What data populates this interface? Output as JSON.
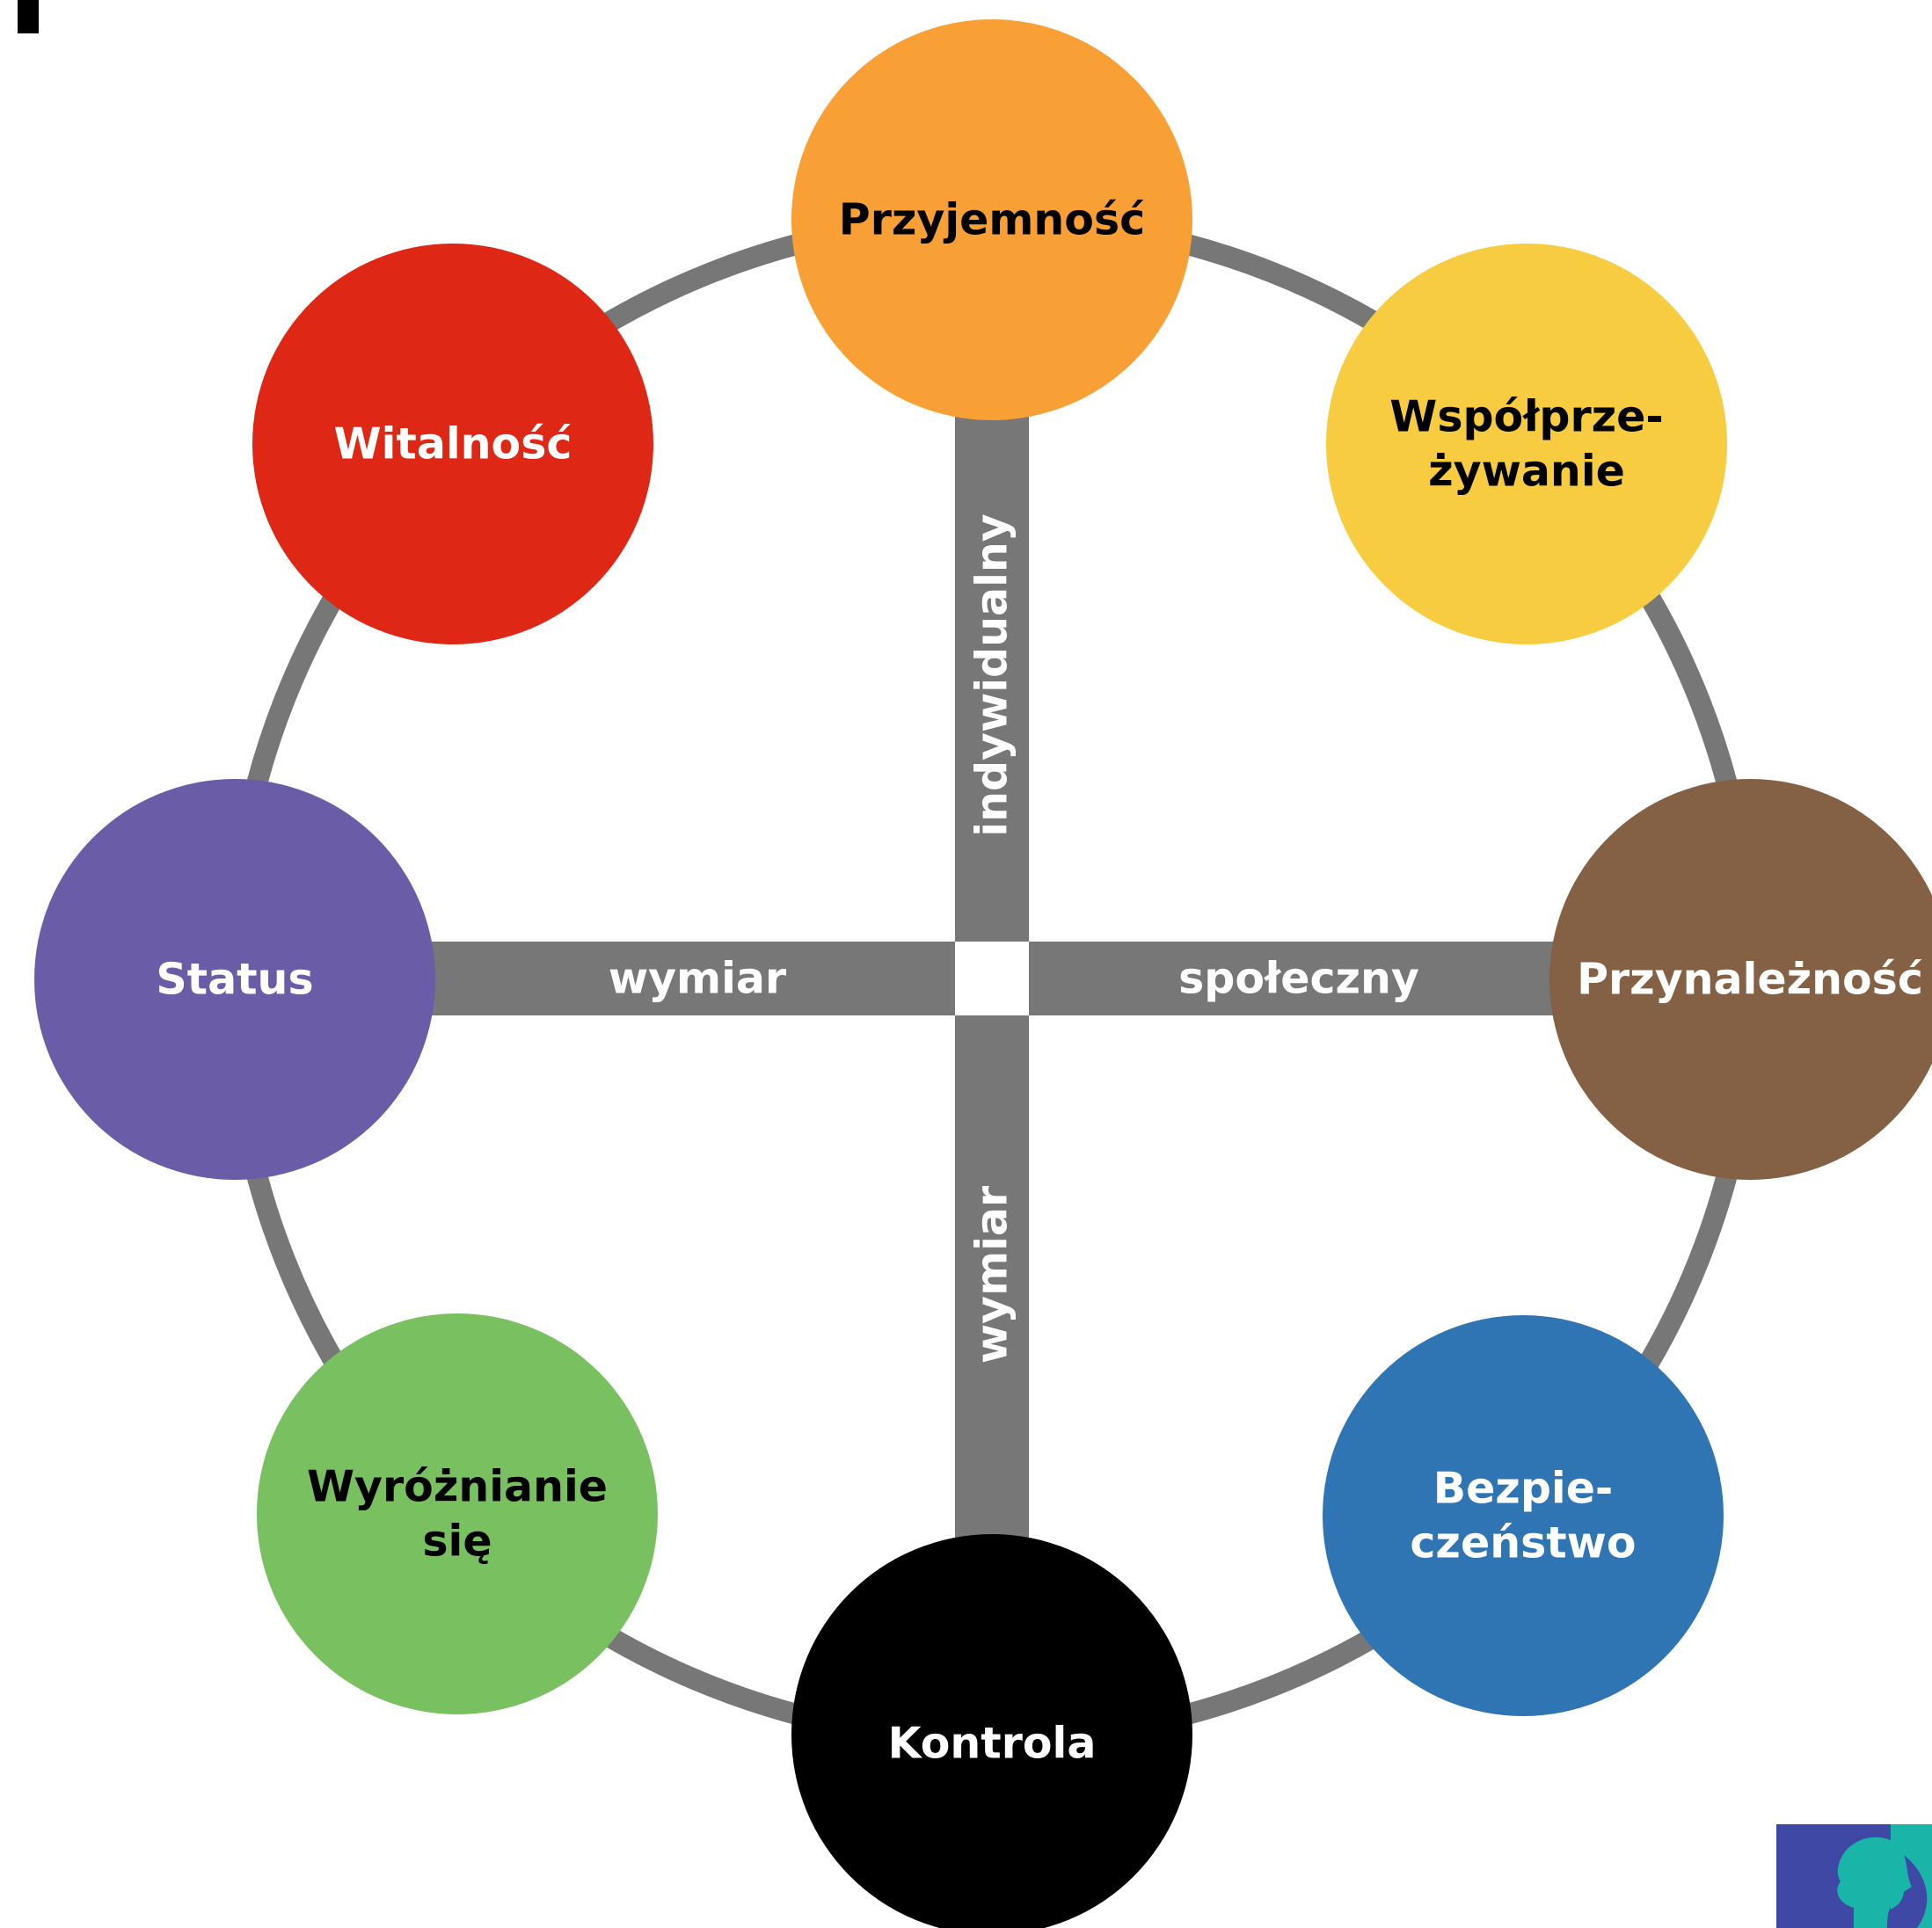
{
  "diagram": {
    "colors": {
      "ring": "#777777",
      "axis": "#777777",
      "axis_text": "#ffffff",
      "background": "#ffffff"
    },
    "nodes": {
      "przyjemnosc": {
        "lines": [
          "Przyjemność"
        ],
        "fill": "#F8A035",
        "text_color": "#000000"
      },
      "wspolprzezywanie": {
        "lines": [
          "Współprze-",
          "żywanie"
        ],
        "fill": "#F8CC40",
        "text_color": "#000000"
      },
      "przynaleznosc": {
        "lines": [
          "Przynależność"
        ],
        "fill": "#846144",
        "text_color": "#ffffff"
      },
      "bezpieczenstwo": {
        "lines": [
          "Bezpie-",
          "czeństwo"
        ],
        "fill": "#2F74B3",
        "text_color": "#ffffff"
      },
      "kontrola": {
        "lines": [
          "Kontrola"
        ],
        "fill": "#000000",
        "text_color": "#ffffff"
      },
      "wyroznianie": {
        "lines": [
          "Wyróżnianie",
          "się"
        ],
        "fill": "#79C160",
        "text_color": "#000000"
      },
      "status": {
        "lines": [
          "Status"
        ],
        "fill": "#6B5CA7",
        "text_color": "#ffffff"
      },
      "witalnosc": {
        "lines": [
          "Witalność"
        ],
        "fill": "#DE2714",
        "text_color": "#ffffff"
      }
    },
    "axis_labels": {
      "horizontal_left": "wymiar",
      "horizontal_right": "społeczny",
      "vertical_top": "indywidualny",
      "vertical_bottom": "wymiar"
    },
    "logo": {
      "icon": "head-profile-logo",
      "colors": [
        "#3F48A4",
        "#19B5A9"
      ]
    }
  }
}
